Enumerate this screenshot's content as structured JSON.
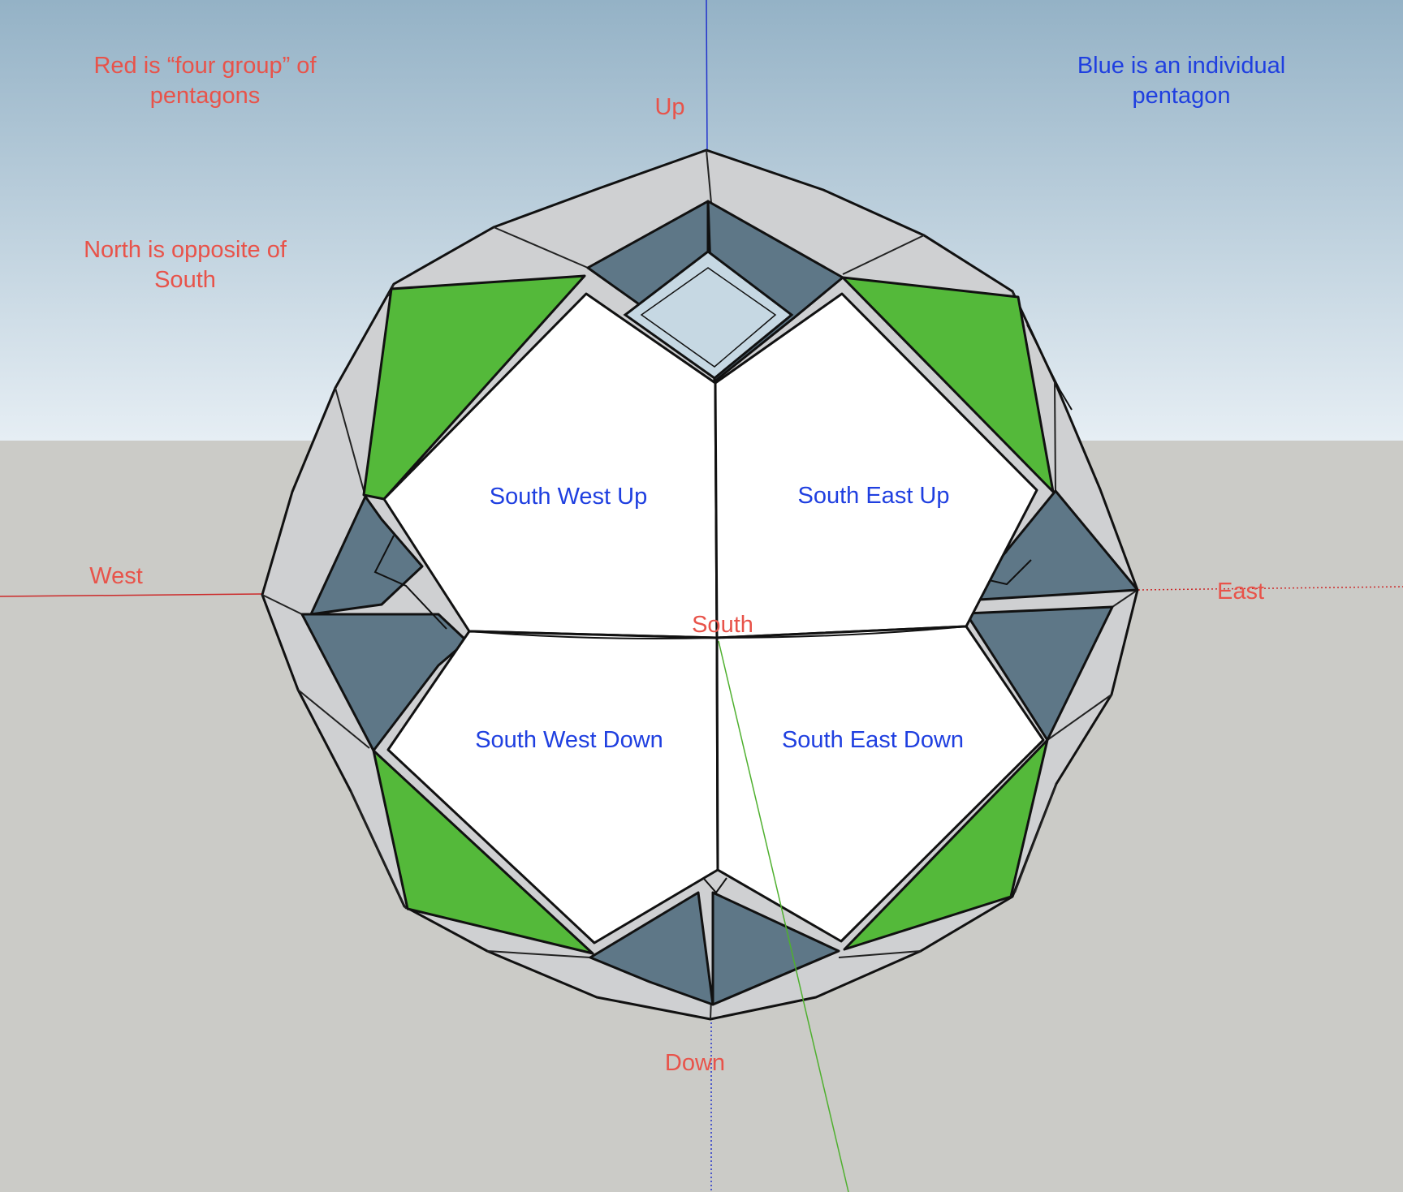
{
  "colors": {
    "sky_top": "#94b2c6",
    "sky_bottom": "#e6eef4",
    "ground": "#cbcbc7",
    "red_text": "#e8534a",
    "blue_text": "#1f3fe0",
    "green_face": "#54b93a",
    "slate_face": "#5e7787",
    "light_face": "#cfd0d2",
    "white_face": "#ffffff",
    "axis_red": "#cc2a2a",
    "axis_blue": "#2233cc",
    "axis_green": "#4fb02f"
  },
  "legend": {
    "red_line1": "Red is “four group” of",
    "red_line2": "pentagons",
    "blue_line1": "Blue is an individual",
    "blue_line2": "pentagon",
    "north_line1": "North is opposite of",
    "north_line2": "South"
  },
  "directions": {
    "up": "Up",
    "down": "Down",
    "west": "West",
    "east": "East",
    "south": "South"
  },
  "pentagons": {
    "south_west_up": "South West Up",
    "south_east_up": "South East Up",
    "south_west_down": "South West Down",
    "south_east_down": "South East Down"
  }
}
